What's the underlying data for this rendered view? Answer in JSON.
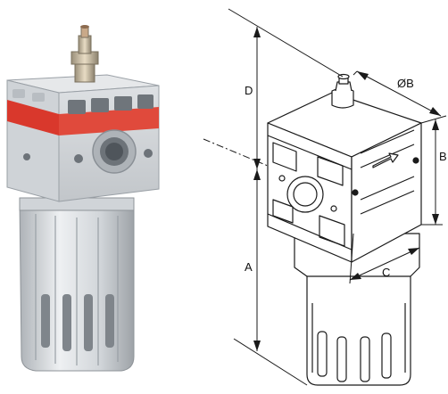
{
  "labels": {
    "d": "D",
    "b_diameter": "ØB",
    "b": "B",
    "a": "A",
    "c": "C"
  },
  "colors": {
    "accent_red": "#d9382c",
    "body_grey": "#c9cdd2",
    "line": "#1a1a1a"
  },
  "icons": {
    "photo": "lubricator-photo-icon",
    "drawing": "lubricator-dimension-drawing-icon"
  }
}
